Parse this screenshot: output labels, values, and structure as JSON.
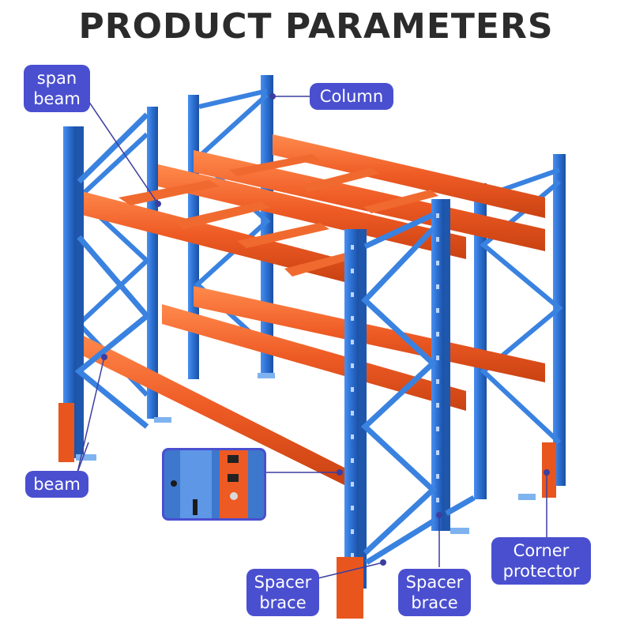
{
  "title": "PRODUCT PARAMETERS",
  "labels": {
    "span_beam": {
      "line1": "span",
      "line2": "beam"
    },
    "column": "Column",
    "beam": "beam",
    "corner_protector": {
      "line1": "Corner",
      "line2": "protector"
    },
    "spacer_brace_left": {
      "line1": "Spacer",
      "line2": "brace"
    },
    "spacer_brace_right": {
      "line1": "Spacer",
      "line2": "brace"
    }
  },
  "colors": {
    "upright_blue": "#2a6fd0",
    "beam_orange": "#ee5a24",
    "label_bg": "#4a4fd0",
    "title_text": "#2b2b2b"
  }
}
